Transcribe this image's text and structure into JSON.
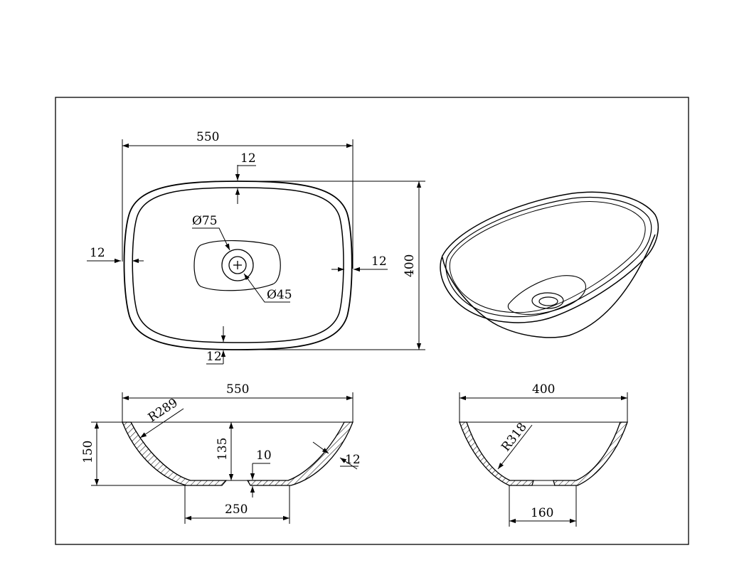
{
  "drawing": {
    "top_view": {
      "width_label": "550",
      "height_label": "400",
      "rim_top_label": "12",
      "rim_left_label": "12",
      "rim_right_label": "12",
      "rim_bottom_label": "12",
      "drain_outer_label": "Ø75",
      "drain_inner_label": "Ø45"
    },
    "front_section": {
      "width_label": "550",
      "height_label": "150",
      "depth_label": "135",
      "radius_label": "R289",
      "wall_label": "12",
      "base_thickness_label": "10",
      "base_width_label": "250"
    },
    "side_section": {
      "width_label": "400",
      "radius_label": "R318",
      "base_width_label": "160"
    }
  }
}
